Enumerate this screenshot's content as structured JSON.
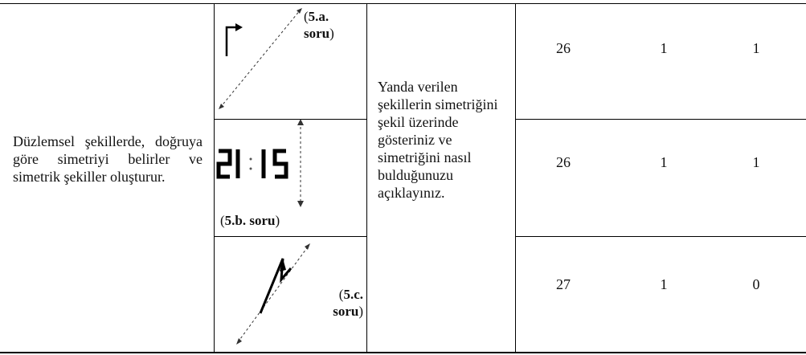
{
  "left_cell": {
    "text": "Düzlemsel şekillerde, doğruya göre simetriyi belirler ve simetrik şekiller oluşturur."
  },
  "question_cell": {
    "text": "Yanda verilen şekillerin simetriğini şekil üzerinde gösteriniz ve simetriğini nasıl bulduğunuzu açıklayınız."
  },
  "figures": [
    {
      "caption_open": "(",
      "caption_bold": "5.a. soru",
      "caption_close": ")"
    },
    {
      "clock_hours": "21",
      "clock_minutes": "15",
      "caption_open": "(",
      "caption_bold": "5.b. soru",
      "caption_close": ")"
    },
    {
      "caption_open": "(",
      "caption_bold": "5.c. soru",
      "caption_close": ")"
    }
  ],
  "rows": [
    {
      "col1": "26",
      "col2": "1",
      "col3": "1"
    },
    {
      "col1": "26",
      "col2": "1",
      "col3": "1"
    },
    {
      "col1": "27",
      "col2": "1",
      "col3": "0"
    }
  ]
}
